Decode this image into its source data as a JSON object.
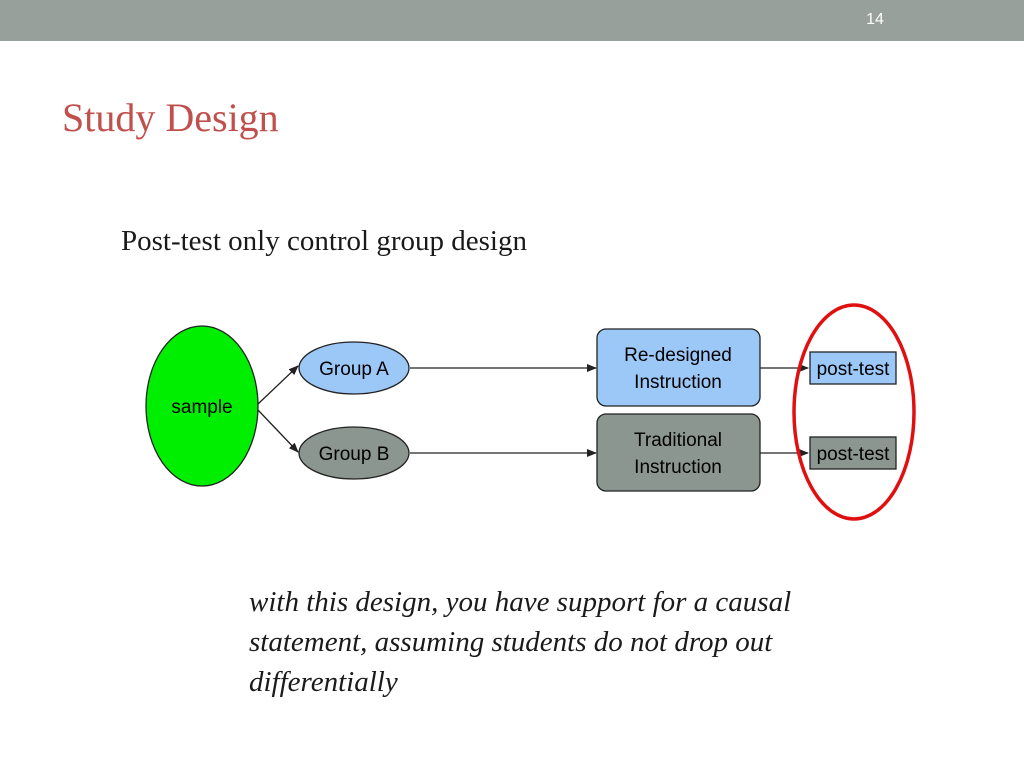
{
  "slide": {
    "number": "14",
    "title": "Study Design",
    "subtitle": "Post-test only control group design",
    "note_lines": [
      "with this design, you have support for a causal",
      "statement, assuming students do not drop out",
      "differentially"
    ]
  },
  "diagram": {
    "sample": "sample",
    "group_a": "Group A",
    "group_b": "Group B",
    "redesigned_line1": "Re-designed",
    "redesigned_line2": "Instruction",
    "traditional_line1": "Traditional",
    "traditional_line2": "Instruction",
    "posttest_a": "post-test",
    "posttest_b": "post-test"
  },
  "colors": {
    "top_bar": "#97a09a",
    "title": "#c0504d",
    "sample_fill": "#00ee00",
    "group_a_fill": "#9cc8f8",
    "group_b_fill": "#8c9690",
    "highlight_ellipse": "#e01010"
  }
}
